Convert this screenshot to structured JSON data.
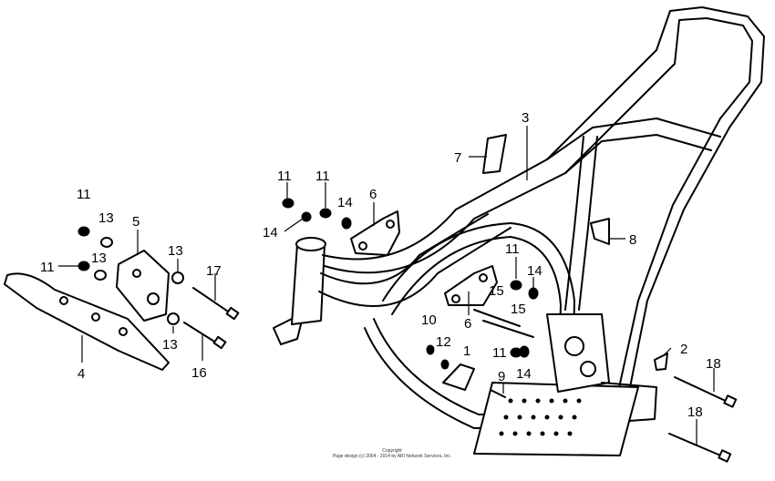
{
  "callouts": {
    "c1": "1",
    "c2": "2",
    "c3": "3",
    "c4": "4",
    "c5": "5",
    "c6a": "6",
    "c6b": "6",
    "c7": "7",
    "c8": "8",
    "c9": "9",
    "c10": "10",
    "c11a": "11",
    "c11b": "11",
    "c11c": "11",
    "c11d": "11",
    "c11e": "11",
    "c11f": "11",
    "c12": "12",
    "c13a": "13",
    "c13b": "13",
    "c13c": "13",
    "c13d": "13",
    "c14a": "14",
    "c14b": "14",
    "c14c": "14",
    "c14d": "14",
    "c15a": "15",
    "c15b": "15",
    "c16": "16",
    "c17": "17",
    "c18a": "18",
    "c18b": "18"
  },
  "footer": {
    "line1": "Copyright",
    "line2": "Page design (c) 2004 - 2014 by ARI Network Services, Inc."
  },
  "colors": {
    "ink": "#000000",
    "background": "#ffffff"
  }
}
